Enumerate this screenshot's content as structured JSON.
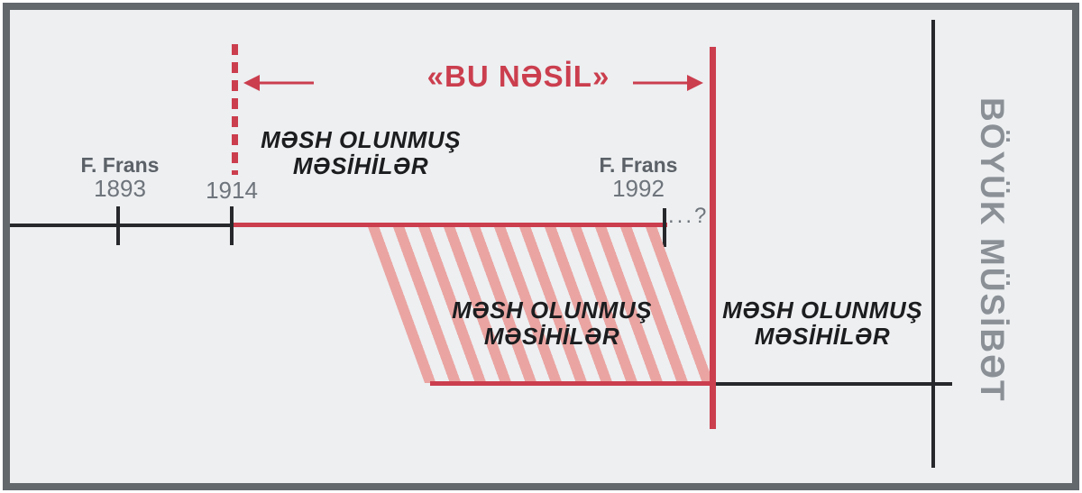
{
  "title": "«BU NƏSİL»",
  "side_title": "BÖYÜK MÜSİBƏT",
  "anointed_label": {
    "line1": "MƏSH OLUNMUŞ",
    "line2": "MƏSİHİLƏR"
  },
  "timeline": {
    "person_left": "F. Frans",
    "year_left": "1893",
    "start_year": "1914",
    "person_right": "F. Frans",
    "year_right": "1992",
    "continuation": "...?"
  },
  "colors": {
    "red": "#cb3e4e",
    "pink_hatch": "#eaa5a2",
    "line_black": "#26282b",
    "gray_text": "#6e747b",
    "gray_bold_text": "#5b6167",
    "side_title_gray": "#8a9096",
    "background": "#edeff1",
    "frame_border": "#63686d"
  }
}
